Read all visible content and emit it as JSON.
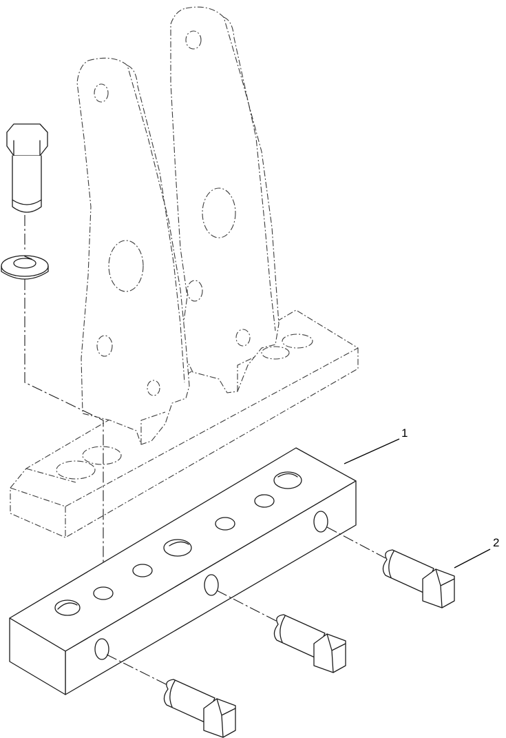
{
  "callouts": [
    {
      "id": "callout-1",
      "label": "1"
    },
    {
      "id": "callout-2",
      "label": "2"
    }
  ]
}
